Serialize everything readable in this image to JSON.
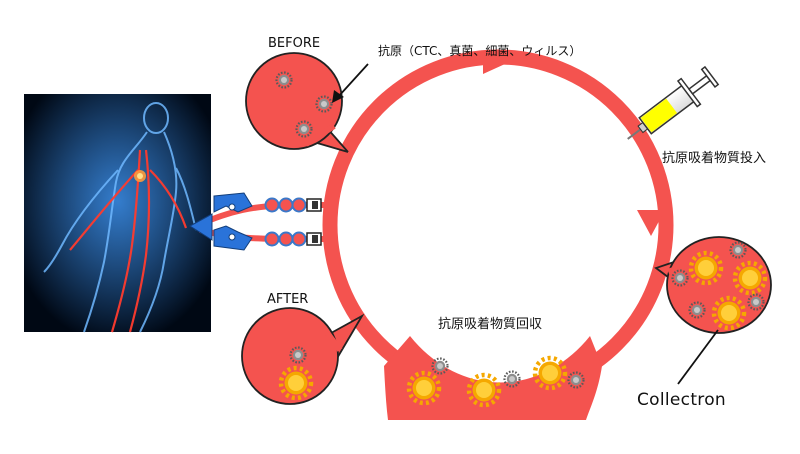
{
  "labels": {
    "before": "BEFORE",
    "after": "AFTER",
    "antigen": "抗原（CTC、真菌、細菌、ウィルス）",
    "adsorbent_injection": "抗原吸着物質投入",
    "adsorbent_recovery": "抗原吸着物質回収",
    "collectron": "Collectron"
  },
  "icons": {
    "body": "human-body-circulation-image",
    "syringe": "syringe-icon",
    "antigen": "gray-spiky-particle",
    "adsorbent": "yellow-spiky-particle",
    "connector": "tube-connector-icon",
    "clamp": "blue-clamp-icon"
  },
  "colors": {
    "circuit": "#f4534f",
    "bubble_fill": "#f4534f",
    "antigen": "#7f7f7f",
    "adsorbent": "#f5a800",
    "clamp": "#2a73d9",
    "syringe_fluid": "#ffff00",
    "background": "#ffffff"
  }
}
